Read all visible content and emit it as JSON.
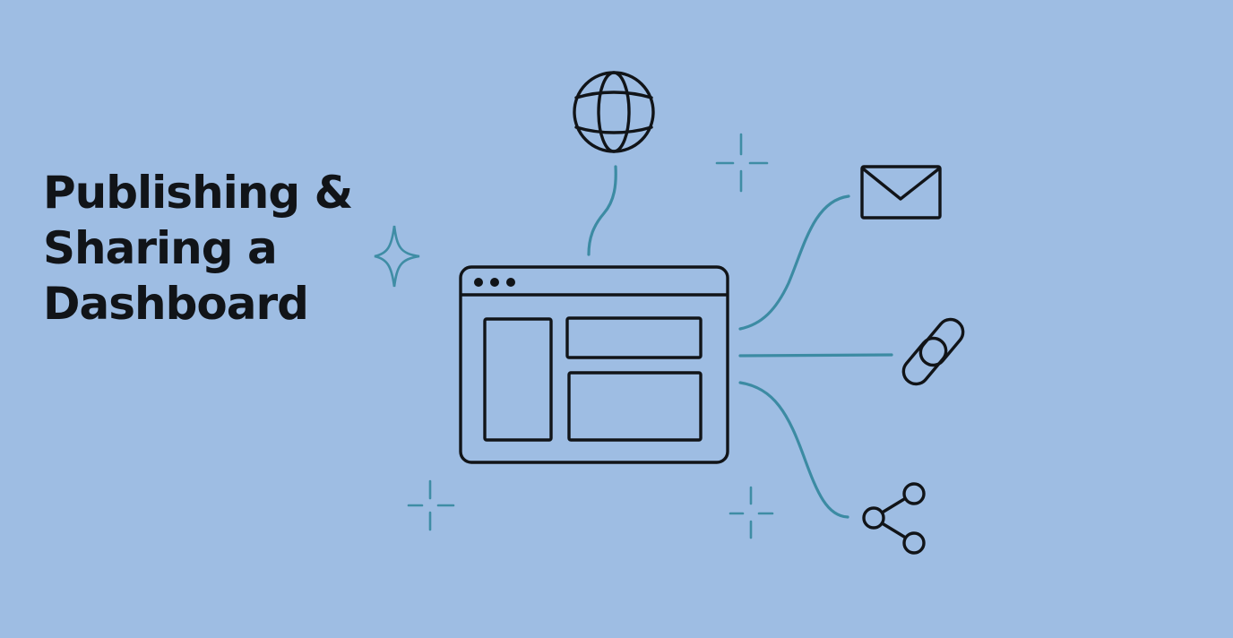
{
  "title": {
    "lines": [
      "Publishing &",
      "Sharing a",
      "Dashboard"
    ]
  },
  "colors": {
    "background": "#9ebde3",
    "ink": "#111418",
    "connector": "#3c8ba3",
    "sparkle": "#3f8da5"
  },
  "diagram": {
    "center": "dashboard-window-icon",
    "connected_icons": [
      "globe-icon",
      "envelope-icon",
      "link-icon",
      "share-icon"
    ],
    "decorations": [
      "sparkle-icon",
      "sparkle-icon",
      "sparkle-icon",
      "sparkle-icon",
      "sparkle-icon"
    ]
  }
}
